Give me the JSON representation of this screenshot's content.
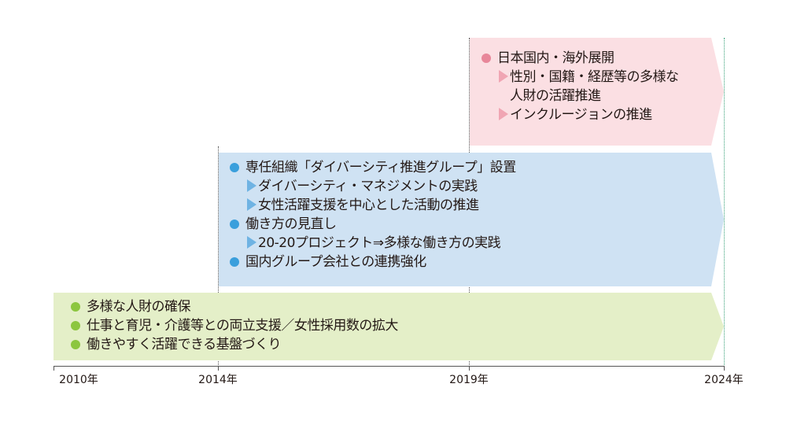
{
  "colors": {
    "pink_band": "#fbdfe3",
    "blue_band": "#cfe2f3",
    "green_band": "#e4efc8",
    "pink_bullet": "#e8879a",
    "pink_arrow": "#f0a5b3",
    "blue_bullet": "#3a9fdc",
    "blue_arrow": "#6fb3e3",
    "green_bullet": "#8cc63f"
  },
  "phases": {
    "global": {
      "heading": "日本国内・海外展開",
      "items": [
        "性別・国籍・経歴等の多様な",
        "人財の活躍推進",
        "インクルージョンの推進"
      ]
    },
    "promotion": {
      "h1": "専任組織「ダイバーシティ推進グループ」設置",
      "h1_items": [
        "ダイバーシティ・マネジメントの実践",
        "女性活躍支援を中心とした活動の推進"
      ],
      "h2": "働き方の見直し",
      "h2_items": [
        "20-20プロジェクト⇒多様な働き方の実践"
      ],
      "h3": "国内グループ会社との連携強化"
    },
    "foundation": {
      "items": [
        "多様な人財の確保",
        "仕事と育児・介護等との両立支援／女性採用数の拡大",
        "働きやすく活躍できる基盤づくり"
      ]
    }
  },
  "timeline": {
    "years": [
      "2010年",
      "2014年",
      "2019年",
      "2024年"
    ]
  }
}
